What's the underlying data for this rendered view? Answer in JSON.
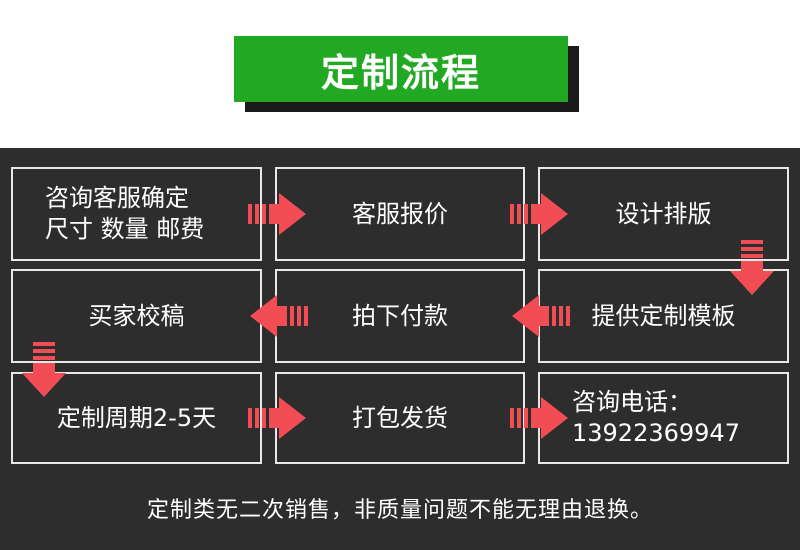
{
  "header": {
    "title": "定制流程"
  },
  "steps": [
    {
      "line1": "咨询客服确定",
      "line2": "尺寸 数量 邮费"
    },
    {
      "label": "客服报价"
    },
    {
      "label": "设计排版"
    },
    {
      "label": "提供定制模板"
    },
    {
      "label": "拍下付款"
    },
    {
      "label": "买家校稿"
    },
    {
      "label": "定制周期2-5天"
    },
    {
      "label": "打包发货"
    },
    {
      "line1": "咨询电话：",
      "line2": "13922369947"
    }
  ],
  "footer": {
    "note": "定制类无二次销售，非质量问题不能无理由退换。"
  },
  "colors": {
    "title_green": "#22a822",
    "panel_bg": "#2d2d2d",
    "arrow_red": "#f24d55",
    "box_border": "#e8e8e8"
  }
}
